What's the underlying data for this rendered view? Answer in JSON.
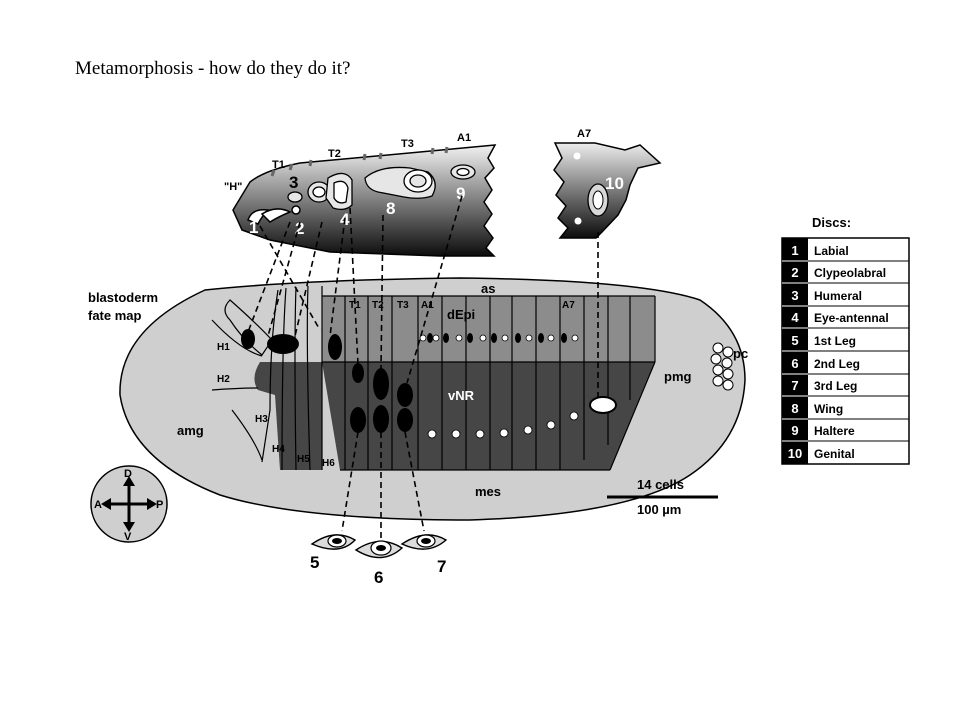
{
  "slide": {
    "title": "Metamorphosis - how do they do it?"
  },
  "larva": {
    "head_label": "\"H\"",
    "segments": [
      "T1",
      "T2",
      "T3",
      "A1"
    ],
    "abdomen_label": "A7",
    "disc_numbers": [
      "1",
      "2",
      "3",
      "4",
      "8",
      "9",
      "10"
    ]
  },
  "fate_map": {
    "title_line1": "blastoderm",
    "title_line2": "fate map",
    "regions": {
      "as": "as",
      "dEpi": "dEpi",
      "vNR": "vNR",
      "pmg": "pmg",
      "pc": "pc",
      "amg": "amg",
      "mes": "mes"
    },
    "head_segments": [
      "H1",
      "H2",
      "H3",
      "H4",
      "H5",
      "H6"
    ],
    "trunk_segments": [
      "T1",
      "T2",
      "T3",
      "A1",
      "A7"
    ]
  },
  "leg_discs": [
    "5",
    "6",
    "7"
  ],
  "scale": {
    "cells": "14 cells",
    "length": "100 µm"
  },
  "compass": {
    "d": "D",
    "v": "V",
    "a": "A",
    "p": "P"
  },
  "discs_legend": {
    "title": "Discs:",
    "items": [
      {
        "num": "1",
        "name": "Labial"
      },
      {
        "num": "2",
        "name": "Clypeolabral"
      },
      {
        "num": "3",
        "name": "Humeral"
      },
      {
        "num": "4",
        "name": "Eye-antennal"
      },
      {
        "num": "5",
        "name": "1st Leg"
      },
      {
        "num": "6",
        "name": "2nd Leg"
      },
      {
        "num": "7",
        "name": "3rd Leg"
      },
      {
        "num": "8",
        "name": "Wing"
      },
      {
        "num": "9",
        "name": "Haltere"
      },
      {
        "num": "10",
        "name": "Genital"
      }
    ]
  }
}
